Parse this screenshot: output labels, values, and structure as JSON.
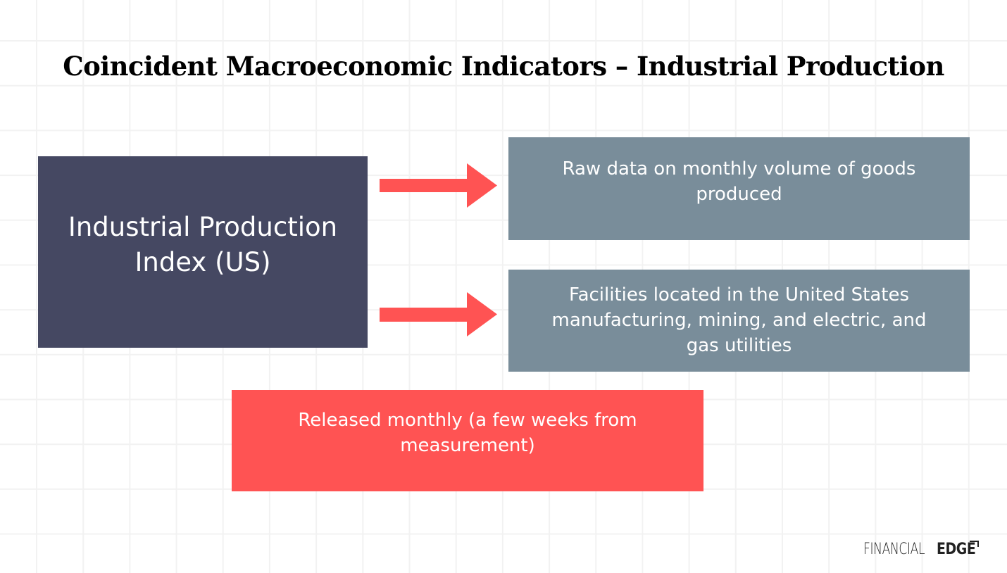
{
  "title": "Coincident Macroeconomic Indicators – Industrial Production",
  "main_box": {
    "line1": "Industrial Production",
    "line2": "Index (US)",
    "color": "#454862"
  },
  "arrows": [
    {
      "icon": "arrow-right-icon",
      "color": "#ff5353"
    },
    {
      "icon": "arrow-right-icon",
      "color": "#ff5353"
    }
  ],
  "detail_boxes": [
    {
      "lines": [
        "Raw data on monthly volume of goods",
        "produced"
      ],
      "color": "#798d9a"
    },
    {
      "lines": [
        "Facilities located in the United States",
        "manufacturing, mining, and electric, and",
        "gas utilities"
      ],
      "color": "#798d9a"
    }
  ],
  "release_box": {
    "lines": [
      "Released monthly (a few weeks from",
      "measurement)"
    ],
    "color": "#ff5353"
  },
  "logo": {
    "part1": "FINANCIAL",
    "part2": "EDGE",
    "icon": "corner-bracket-icon"
  }
}
